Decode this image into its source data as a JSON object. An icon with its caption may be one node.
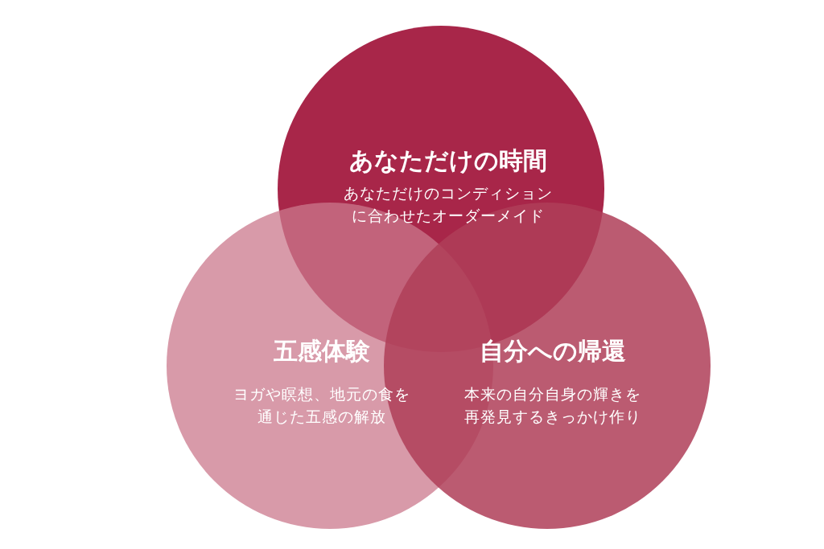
{
  "diagram": {
    "nodes": [
      {
        "text": [
          "あなただけの時間",
          "あなただけのコンディションに合わせたオーダーメイド"
        ]
      },
      {
        "text": [
          "五感体験",
          "ヨガや瞑想、地元の食を通じた五感の解放"
        ]
      },
      {
        "text": [
          "自分への帰還",
          "本来の自分自身の輝きを再発見するきっかけ作り"
        ]
      }
    ]
  }
}
